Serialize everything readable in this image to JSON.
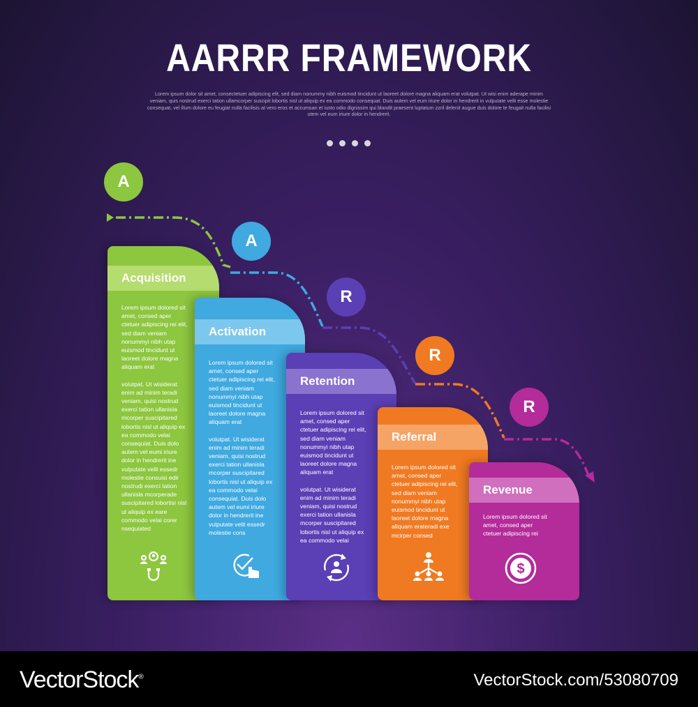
{
  "title": "AARRR FRAMEWORK",
  "subtitle": "Lorem ipsum dolor sit amet, consectetuer adipiscing elit, sed diam nonummy nibh euismod tincidunt ut laoreet dolore magna aliquam erat volutpat. Ut wisi enim aderape minim veniam, quis nostrud exerci tation ullamcorper suscipit lobortis nisl ut aliquip ex ea commodo consequat. Duis autem vel eum iriure dolor in hendrerit in vulputate velit esse molestie consequat, vel illum dolore eu feugiat nulla facilisis at vero eros et accumsan et iusto odio dignissim qui blandit praesent luptatum zzril delenit augue duis dolore te feugait nulla facilisi utem vel eum iriure dolor in hendrerit.",
  "stages": [
    {
      "letter": "A",
      "label": "Acquisition",
      "color": "#8dc63f",
      "band_color": "#b5dc6e",
      "icon": "magnet-users-icon",
      "text1": "Lorem ipsum dolored sit amet, consed aper ctetuer adipiscing rei elit, sed diam veniam nonummyi nibh utap euismod tincidunt ut laoreet dolore magna aliquam erat",
      "text2": "volutpat. Ut wisiderat enim ad minim teradi veniam, quisi nostrud exerci tation ullanisla mcorper suscipitared lobortis nisl ut aliquip ex ea commodo velai consequiat. Duis dolo autem vel eumi iriure dolor in hendrerit ine vulputate velit essedr molestie consuisi edir nostrudi exerci tation ullanisla mcorperade suscipitared lobortisi nisl ut aliquip ex eare commodo velai corer nsequiated"
    },
    {
      "letter": "A",
      "label": "Activation",
      "color": "#3fa9e0",
      "band_color": "#7cc7ee",
      "icon": "check-hand-icon",
      "text1": "Lorem ipsum dolored sit amet, consed aper ctetuer adipiscing rei elit, sed diam veniam nonummyi nibh utap euismod tincidunt ut laoreet dolore magna aliquam erat",
      "text2": "volutpat. Ut wisiderat enim ad minim teradi veniam, quisi nostrud exerci tation ullanisla mcorper suscipitared lobortis nisl ut aliquip ex ea commodo velai consequiat. Duis dolo autem vel eumi iriure dolor in hendrerit ine vulputate velit essedr molestie cons"
    },
    {
      "letter": "R",
      "label": "Retention",
      "color": "#5b3fb5",
      "band_color": "#8a72cf",
      "icon": "user-cycle-icon",
      "text1": "Lorem ipsum dolored sit amet, consed aper ctetuer adipiscing rei elit, sed diam veniam nonummyi nibh utap euismod tincidunt ut laoreet dolore magna aliquam erat",
      "text2": "volutpat. Ut wisiderat enim ad minim teradi veniam, quisi nostrud exerci tation ullanisla mcorper suscipitared lobortis nisl ut aliquip ex ea commodo velai"
    },
    {
      "letter": "R",
      "label": "Referral",
      "color": "#f07a22",
      "band_color": "#f6a465",
      "icon": "referral-network-icon",
      "text1": "Lorem ipsum dolored sit amet, consed aper ctetuer adipiscing rei elit, sed diam veniam nonummyi nibh utap euismod tincidunt ut laoreet dolore magna aliquam erateradi exe mcirper consed",
      "text2": ""
    },
    {
      "letter": "R",
      "label": "Revenue",
      "color": "#b42b9a",
      "band_color": "#d06fbd",
      "icon": "dollar-coin-icon",
      "text1": "Lorem ipsum dolored sit amet, consed aper ctetuer adipiscing rei",
      "text2": ""
    }
  ],
  "footer": {
    "brand": "VectorStock",
    "reg": "®",
    "code": "VectorStock.com/53080709"
  }
}
